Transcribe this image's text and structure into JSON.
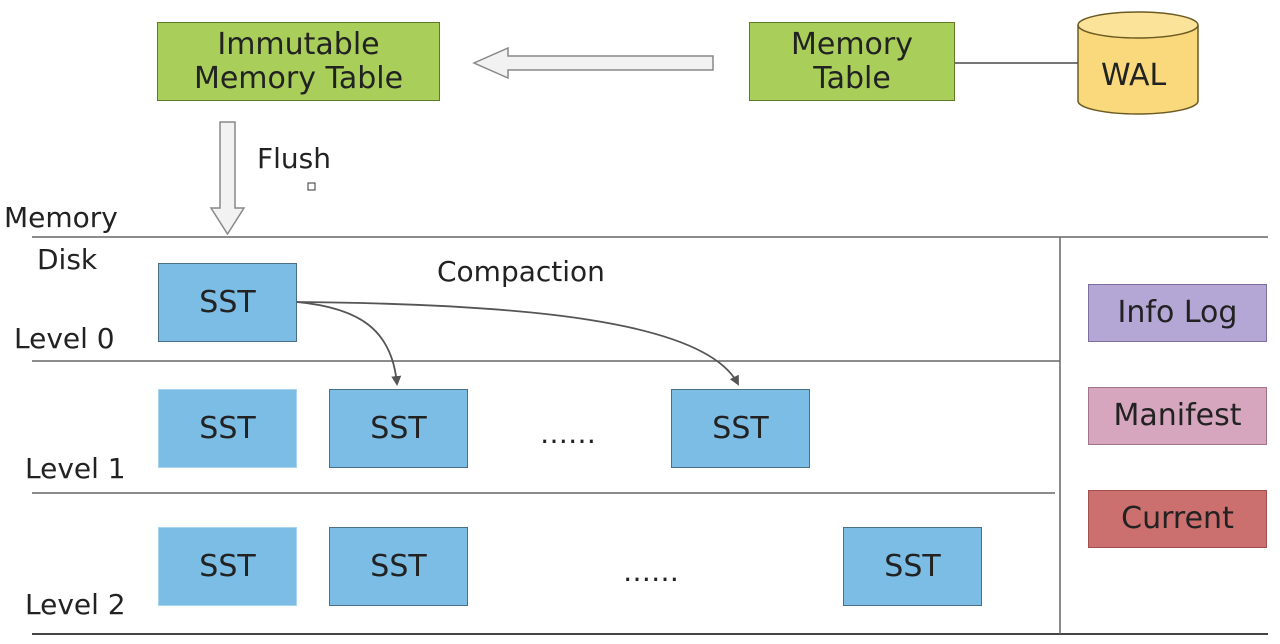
{
  "immutable_memtable": {
    "line1": "Immutable",
    "line2": "Memory Table"
  },
  "memtable": {
    "line1": "Memory",
    "line2": "Table"
  },
  "wal": "WAL",
  "flush": "Flush",
  "memory": "Memory",
  "disk": "Disk",
  "compaction": "Compaction",
  "levels": {
    "level0": "Level 0",
    "level1": "Level 1",
    "level2": "Level 2"
  },
  "sst": "SST",
  "ellipsis": "……",
  "side": {
    "info_log": "Info Log",
    "manifest": "Manifest",
    "current": "Current"
  }
}
